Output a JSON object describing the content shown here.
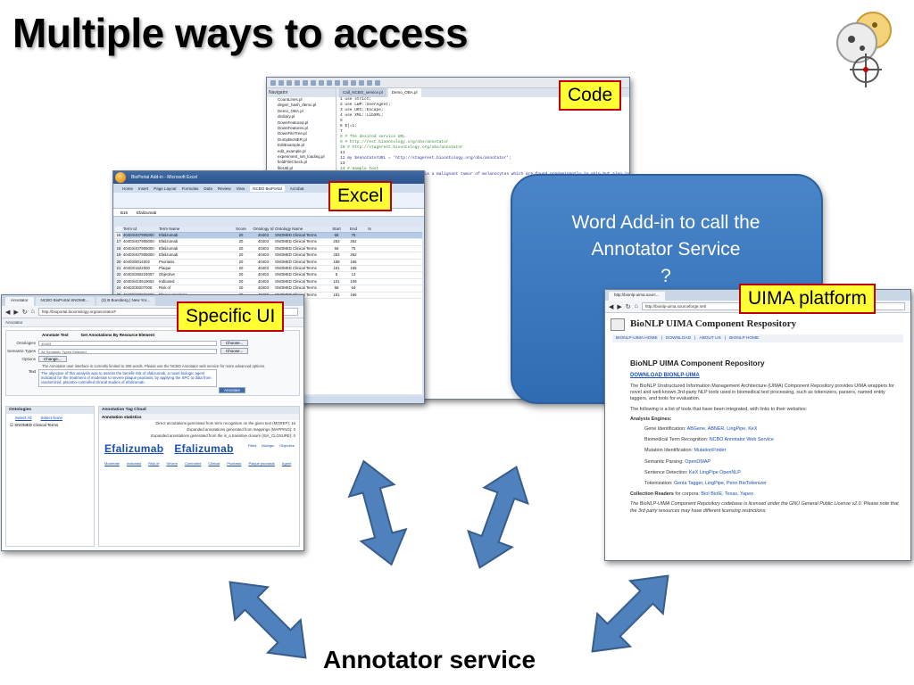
{
  "title": "Multiple ways to access",
  "footer_label": "Annotator service",
  "labels": {
    "code": "Code",
    "excel": "Excel",
    "specific_ui": "Specific UI",
    "uima": "UIMA platform"
  },
  "word_bubble": {
    "line1": "Word Add-in to call the",
    "line2": "Annotator Service",
    "line3": "?"
  },
  "colors": {
    "label_bg": "#ffff33",
    "label_border": "#c00000",
    "bubble": "#3b78c0",
    "arrow": "#4f81bd"
  },
  "ide": {
    "toolbar_icons": 14,
    "navigator_title": "Navigator",
    "files": [
      "CountLines.pl",
      "degen_hash_demo.pl",
      "Demo_OBA.pl",
      "dirdiary.pl",
      "DownFeatured.pl",
      "DownFeatures.pl",
      "DownFileTree.pl",
      "DumpBioNER.pl",
      "EditExample.pl",
      "edit_example.pl",
      "experiment_set_loading.pl",
      "fieldFileCheck.pl",
      "fileUtil.pl"
    ],
    "tabs": [
      "Call_NCBO_service.pl",
      "Demo_OBA.pl"
    ],
    "code_lines": [
      {
        "text": "1  use strict;",
        "kind": "plain"
      },
      {
        "text": "2  use LWP::UserAgent;",
        "kind": "plain"
      },
      {
        "text": "3  use URI::Escape;",
        "kind": "plain"
      },
      {
        "text": "4  use XML::LibXML;",
        "kind": "plain"
      },
      {
        "text": "5",
        "kind": "plain"
      },
      {
        "text": "6  $|=1;",
        "kind": "plain"
      },
      {
        "text": "7",
        "kind": "plain"
      },
      {
        "text": "8  # The desired service URL",
        "kind": "comment"
      },
      {
        "text": "9  # http://rest.bioontology.org/obs/annotator",
        "kind": "comment"
      },
      {
        "text": "10 # http://stagerest.bioontology.org/obs/annotator",
        "kind": "comment"
      },
      {
        "text": "11",
        "kind": "plain"
      },
      {
        "text": "12 my $AnnotatorURL = 'http://stagerest.bioontology.org/obs/annotator';",
        "kind": "str"
      },
      {
        "text": "13",
        "kind": "plain"
      },
      {
        "text": "14 # Sample text",
        "kind": "comment"
      },
      {
        "text": "15 my $text = uri_escape(\"Melanoma is a malignant tumor of melanocytes which are found predominantly in skin but also in\");",
        "kind": "str"
      }
    ]
  },
  "excel": {
    "window_title": "BioPortal Add-in - Microsoft Excel",
    "tabs": [
      "Home",
      "Insert",
      "Page Layout",
      "Formulas",
      "Data",
      "Review",
      "View",
      "NCBO BioPortal",
      "Acrobat"
    ],
    "selected_tab": "NCBO BioPortal",
    "cell_ref": "B16",
    "formula": "Efalizumab",
    "columns": [
      "",
      "Term Id",
      "Term Name",
      "Score",
      "Ontology Id",
      "Ontology Name",
      "Start",
      "End",
      "N"
    ],
    "rows": [
      [
        "16",
        "40403/407905000",
        "Efalizumab",
        "20",
        "40403",
        "SNOMED Clinical Terms",
        "66",
        "75",
        ""
      ],
      [
        "17",
        "40403/407905000",
        "Efalizumab",
        "20",
        "40403",
        "SNOMED Clinical Terms",
        "253",
        "262",
        ""
      ],
      [
        "18",
        "40403/407905000",
        "Efalizumab",
        "20",
        "40403",
        "SNOMED Clinical Terms",
        "66",
        "75",
        ""
      ],
      [
        "19",
        "40403/407905000",
        "Efalizumab",
        "20",
        "40403",
        "SNOMED Clinical Terms",
        "253",
        "262",
        ""
      ],
      [
        "20",
        "40403/9014002",
        "Psoriasis",
        "20",
        "40403",
        "SNOMED Clinical Terms",
        "158",
        "166",
        ""
      ],
      [
        "21",
        "40403/1522000",
        "Plaque",
        "20",
        "40403",
        "SNOMED Clinical Terms",
        "151",
        "156",
        ""
      ],
      [
        "22",
        "40403/260224007",
        "Objective",
        "20",
        "40403",
        "SNOMED Clinical Terms",
        "5",
        "13",
        ""
      ],
      [
        "23",
        "40403/410519002",
        "Indicated",
        "20",
        "40403",
        "SNOMED Clinical Terms",
        "101",
        "109",
        ""
      ],
      [
        "24",
        "40403/30207005",
        "Risk of",
        "20",
        "40403",
        "SNOMED Clinical Terms",
        "58",
        "64",
        ""
      ],
      [
        "25",
        "40403/200965009",
        "Plaque psoriasis",
        "20",
        "40403",
        "SNOMED Clinical Terms",
        "151",
        "166",
        ""
      ]
    ],
    "selected_row_index": 0
  },
  "webui": {
    "tabs": [
      "Annotator",
      "NCBO BioPortal SNOME...",
      "(3) B Boesberg | New Yor..."
    ],
    "url": "http://bioportal.bioontology.org/annotator#",
    "app_header": "Annotator",
    "annotate_text_option": "Annotate Text",
    "annotations_by_element_option": "Get Annotations By Resource Element",
    "ontologies_label": "Ontologies",
    "ontologies_value": "40403",
    "semantic_types_label": "Semantic Types",
    "semantic_types_placeholder": "All Semantic Types Selected",
    "options_label": "Options",
    "change_button": "Change...",
    "choose_button": "Choose...",
    "text_label": "Text",
    "notice": "The Annotator user interface is currently limited to 300 words. Please use the NCBO Annotator web service for more advanced options.",
    "text_value": "The objective of this analysis was to assess the benefit-risk of efalizumab, a novel biologic agent indicated for the treatment of moderate to severe plaque psoriasis, by applying the SPC to data from randomized, placebo-controlled clinical studies of efalizumab.",
    "annotate_button": "Annotate",
    "ontologies_panel": "Ontologies",
    "select_all": "Select All",
    "select_none": "Select None",
    "ontology_item": "SNOMED Clinical Terms",
    "cloud_panel": "Annotation Tag Cloud",
    "stats_title": "Annotation statistics",
    "stats": [
      "Direct annotations generated from term recognition on the given text (MGREP): 16",
      "Expanded annotations generated from mappings (MAPPING): 0",
      "Expanded annotations generated from the is_a transitive closure (ISA_CLOSURE): 0"
    ],
    "big_terms": [
      "Efalizumab",
      "Efalizumab"
    ],
    "small_terms": [
      "Moderate",
      "Indicated",
      "Risk of",
      "Severe",
      "Controlled",
      "Clinical",
      "Psoriasis",
      "Plaque psoriasis",
      "Agent"
    ],
    "side_terms": [
      "Filled",
      "Biologic",
      "Objective"
    ]
  },
  "uima": {
    "url": "http://bionlp-uima.sourceforge.net/",
    "tab": "http://bionlp-uima.sourc...",
    "site_title": "BioNLP UIMA Component Respository",
    "nav": [
      "BIONLP-UIMA HOME",
      "DOWNLOAD",
      "ABOUT US",
      "BIONLP HOME"
    ],
    "heading": "BioNLP UIMA Component Repository",
    "download": "DOWNLOAD BIONLP-UIMA",
    "intro": "The BioNLP Unstructured Information Management Architecture (UIMA) Component Repository provides UIMA wrappers for novel and well-known 3rd-party NLP tools used in biomedical text processing, such as tokenizers, parsers, named entity taggers, and tools for evaluation.",
    "list_intro": "The following is a list of tools that have been integrated, with links to their websites:",
    "engines_title": "Analysis Engines:",
    "engines": [
      {
        "label": "Gene Identification:",
        "tools": "ABGene, ABNER, LingPipe, KeX"
      },
      {
        "label": "Biomedical Term Recognition:",
        "tools": "NCBO Annotator Web Service"
      },
      {
        "label": "Mutation Identification:",
        "tools": "MutationFinder"
      },
      {
        "label": "Semantic Parsing:",
        "tools": "OpenDMAP"
      },
      {
        "label": "Sentence Detection:",
        "tools": "KeX LingPipe OpenNLP"
      },
      {
        "label": "Tokenization:",
        "tools": "Genia Tagger, LingPipe, Penn BioTokenizer"
      }
    ],
    "readers_label": "Collection Readers",
    "readers_for": "for corpora:",
    "readers": "BioI BioIE, Texas, Yapex",
    "license": "The BioNLP-UIMA Component Repository codebase is licensed under the GNU General Public License v2.0. Please note that the 3rd party resources may have different licensing restrictions."
  }
}
